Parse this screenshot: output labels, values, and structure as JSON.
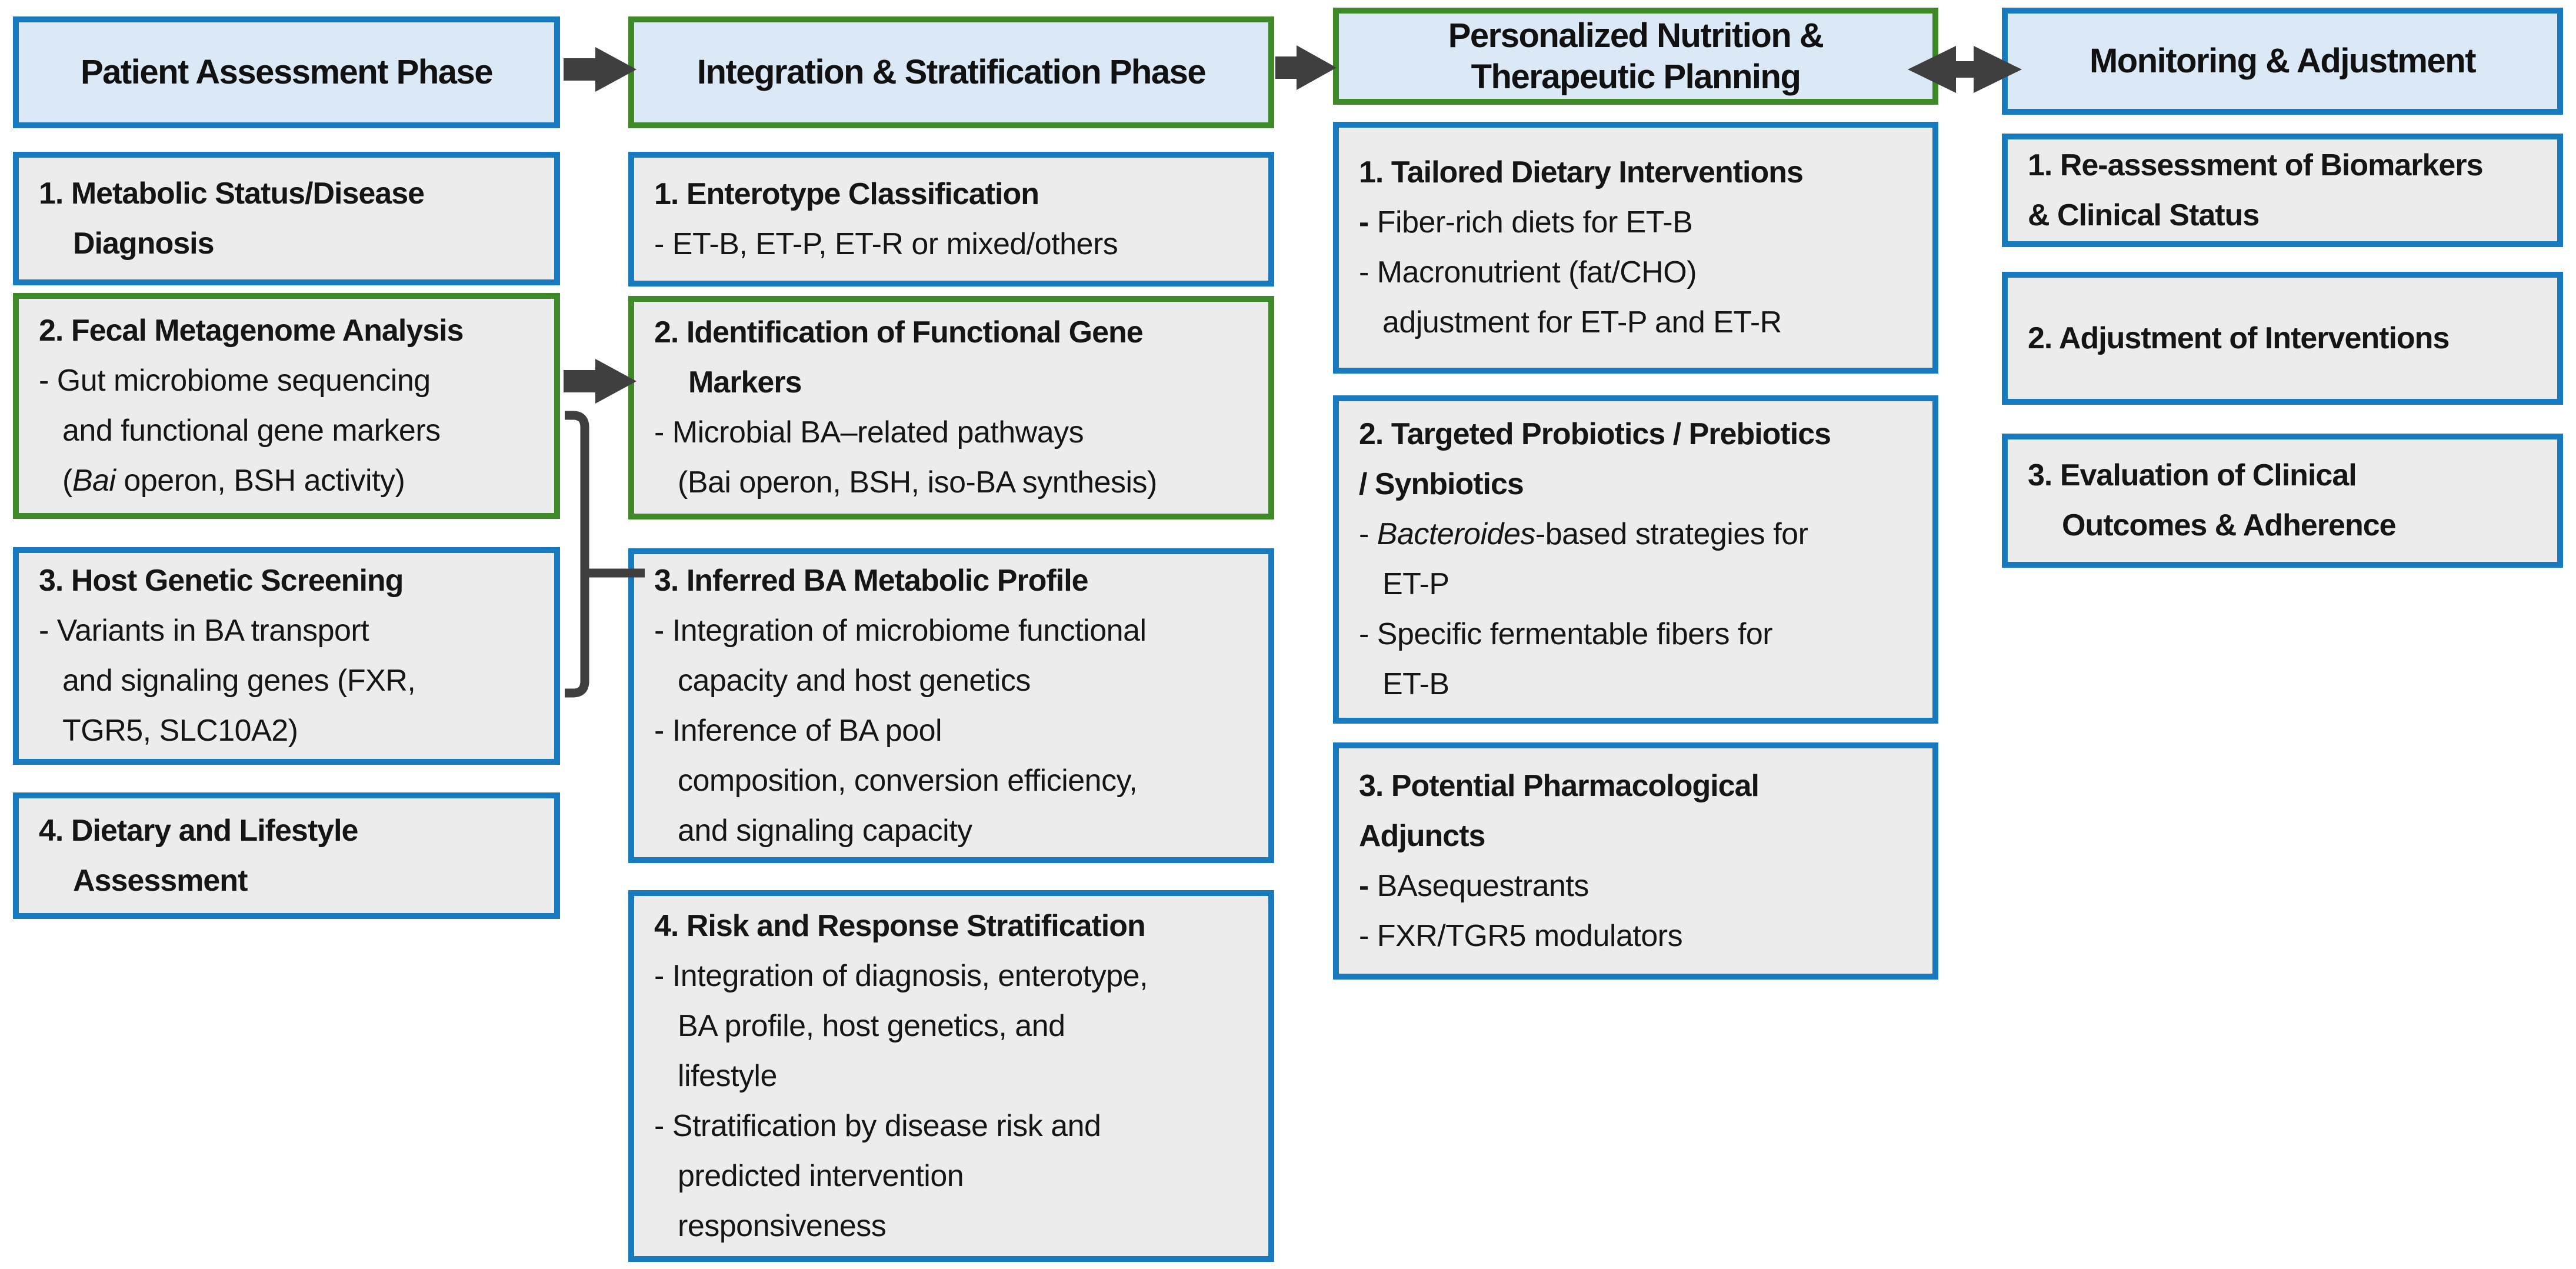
{
  "colors": {
    "blue_border": "#187bc0",
    "green_border": "#3e8a28",
    "header_fill": "#dbe8f6",
    "box_fill": "#ececec",
    "arrow": "#3f3f3f",
    "text": "#151515"
  },
  "columns": [
    {
      "name": "patient-assessment-phase",
      "header": {
        "lines": [
          "Patient Assessment Phase"
        ],
        "border": "blue"
      },
      "boxes": [
        {
          "name": "metabolic-status-diagnosis",
          "border": "blue",
          "lines": [
            {
              "segs": [
                {
                  "t": "1. Metabolic Status/Disease"
                }
              ]
            },
            {
              "segs": [
                {
                  "t": "Diagnosis"
                }
              ]
            }
          ]
        },
        {
          "name": "fecal-metagenome-analysis",
          "border": "green",
          "lines": [
            {
              "segs": [
                {
                  "t": "2. Fecal Metagenome Analysis"
                }
              ]
            },
            {
              "segs": [
                {
                  "t": "- Gut microbiome sequencing"
                }
              ]
            },
            {
              "segs": [
                {
                  "t": "and functional gene markers"
                }
              ]
            },
            {
              "segs": [
                {
                  "t": "("
                },
                {
                  "t": "Bai",
                  "italic": true
                },
                {
                  "t": " operon, BSH activity)"
                }
              ]
            }
          ]
        },
        {
          "name": "host-genetic-screening",
          "border": "blue",
          "lines": [
            {
              "segs": [
                {
                  "t": "3. Host Genetic Screening"
                }
              ]
            },
            {
              "segs": [
                {
                  "t": "- Variants in BA transport"
                }
              ]
            },
            {
              "segs": [
                {
                  "t": "and signaling genes (FXR,"
                }
              ]
            },
            {
              "segs": [
                {
                  "t": "TGR5, SLC10A2)"
                }
              ]
            }
          ]
        },
        {
          "name": "dietary-lifestyle-assessment",
          "border": "blue",
          "lines": [
            {
              "segs": [
                {
                  "t": "4. Dietary and Lifestyle"
                }
              ]
            },
            {
              "segs": [
                {
                  "t": "Assessment"
                }
              ]
            }
          ]
        }
      ]
    },
    {
      "name": "integration-stratification-phase",
      "header": {
        "lines": [
          "Integration & Stratification Phase"
        ],
        "border": "green"
      },
      "boxes": [
        {
          "name": "enterotype-classification",
          "border": "blue",
          "lines": [
            {
              "segs": [
                {
                  "t": "1. Enterotype Classification"
                }
              ]
            },
            {
              "segs": [
                {
                  "t": "- ET-B, ET-P, ET-R or mixed/others"
                }
              ]
            }
          ]
        },
        {
          "name": "functional-gene-markers",
          "border": "green",
          "lines": [
            {
              "segs": [
                {
                  "t": "2. Identification of Functional Gene"
                }
              ]
            },
            {
              "segs": [
                {
                  "t": "Markers"
                }
              ]
            },
            {
              "segs": [
                {
                  "t": "- Microbial BA–related pathways"
                }
              ]
            },
            {
              "segs": [
                {
                  "t": "(Bai operon, BSH, iso-BA synthesis)"
                }
              ]
            }
          ]
        },
        {
          "name": "inferred-ba-metabolic-profile",
          "border": "blue",
          "lines": [
            {
              "segs": [
                {
                  "t": "3. Inferred BA Metabolic Profile"
                }
              ]
            },
            {
              "segs": [
                {
                  "t": "- Integration of microbiome functional"
                }
              ]
            },
            {
              "segs": [
                {
                  "t": "capacity and host genetics"
                }
              ]
            },
            {
              "segs": [
                {
                  "t": "- Inference of BA pool"
                }
              ]
            },
            {
              "segs": [
                {
                  "t": "composition, conversion efficiency,"
                }
              ]
            },
            {
              "segs": [
                {
                  "t": "and signaling capacity"
                }
              ]
            }
          ]
        },
        {
          "name": "risk-response-stratification",
          "border": "blue",
          "lines": [
            {
              "segs": [
                {
                  "t": "4. Risk and Response Stratification"
                }
              ]
            },
            {
              "segs": [
                {
                  "t": "- Integration of diagnosis, enterotype,"
                }
              ]
            },
            {
              "segs": [
                {
                  "t": "BA profile, host genetics, and"
                }
              ]
            },
            {
              "segs": [
                {
                  "t": "lifestyle"
                }
              ]
            },
            {
              "segs": [
                {
                  "t": "- Stratification by disease risk and"
                }
              ]
            },
            {
              "segs": [
                {
                  "t": "predicted intervention"
                }
              ]
            },
            {
              "segs": [
                {
                  "t": "responsiveness"
                }
              ]
            }
          ]
        }
      ]
    },
    {
      "name": "personalized-nutrition-planning",
      "header": {
        "lines": [
          "Personalized Nutrition &",
          "Therapeutic Planning"
        ],
        "border": "green"
      },
      "boxes": [
        {
          "name": "tailored-dietary-interventions",
          "border": "blue",
          "lines": [
            {
              "segs": [
                {
                  "t": "1. Tailored Dietary Interventions"
                }
              ]
            },
            {
              "segs": [
                {
                  "t": "-",
                  "bold": true
                },
                {
                  "t": " Fiber-rich diets for ET-B"
                }
              ]
            },
            {
              "segs": [
                {
                  "t": "- Macronutrient (fat/CHO)"
                }
              ]
            },
            {
              "segs": [
                {
                  "t": "adjustment for ET-P and ET-R"
                }
              ]
            }
          ]
        },
        {
          "name": "targeted-probiotics-prebiotics-synbiotics",
          "border": "blue",
          "lines": [
            {
              "segs": [
                {
                  "t": "2. Targeted Probiotics / Prebiotics"
                }
              ]
            },
            {
              "segs": [
                {
                  "t": "/ Synbiotics"
                }
              ]
            },
            {
              "segs": [
                {
                  "t": "- "
                },
                {
                  "t": "Bacteroides",
                  "italic": true
                },
                {
                  "t": "-based strategies for"
                }
              ]
            },
            {
              "segs": [
                {
                  "t": "ET-P"
                }
              ]
            },
            {
              "segs": [
                {
                  "t": "- Specific fermentable fibers for"
                }
              ]
            },
            {
              "segs": [
                {
                  "t": "ET-B"
                }
              ]
            }
          ]
        },
        {
          "name": "potential-pharmacological-adjuncts",
          "border": "blue",
          "lines": [
            {
              "segs": [
                {
                  "t": "3. Potential Pharmacological"
                }
              ]
            },
            {
              "segs": [
                {
                  "t": "Adjuncts"
                }
              ]
            },
            {
              "segs": [
                {
                  "t": "-",
                  "bold": true
                },
                {
                  "t": " BAsequestrants"
                }
              ]
            },
            {
              "segs": [
                {
                  "t": "- FXR/TGR5 modulators"
                }
              ]
            }
          ]
        }
      ]
    },
    {
      "name": "monitoring-adjustment",
      "header": {
        "lines": [
          "Monitoring & Adjustment"
        ],
        "border": "blue"
      },
      "boxes": [
        {
          "name": "reassessment-biomarkers",
          "border": "blue",
          "lines": [
            {
              "segs": [
                {
                  "t": "1. Re-assessment of Biomarkers"
                }
              ]
            },
            {
              "segs": [
                {
                  "t": "& Clinical Status"
                }
              ]
            }
          ]
        },
        {
          "name": "adjustment-of-interventions",
          "border": "blue",
          "lines": [
            {
              "segs": [
                {
                  "t": "2. Adjustment of Interventions"
                }
              ]
            }
          ]
        },
        {
          "name": "evaluation-clinical-outcomes",
          "border": "blue",
          "lines": [
            {
              "segs": [
                {
                  "t": "3. Evaluation of Clinical"
                }
              ]
            },
            {
              "segs": [
                {
                  "t": "Outcomes & Adherence"
                }
              ]
            }
          ]
        }
      ]
    }
  ]
}
